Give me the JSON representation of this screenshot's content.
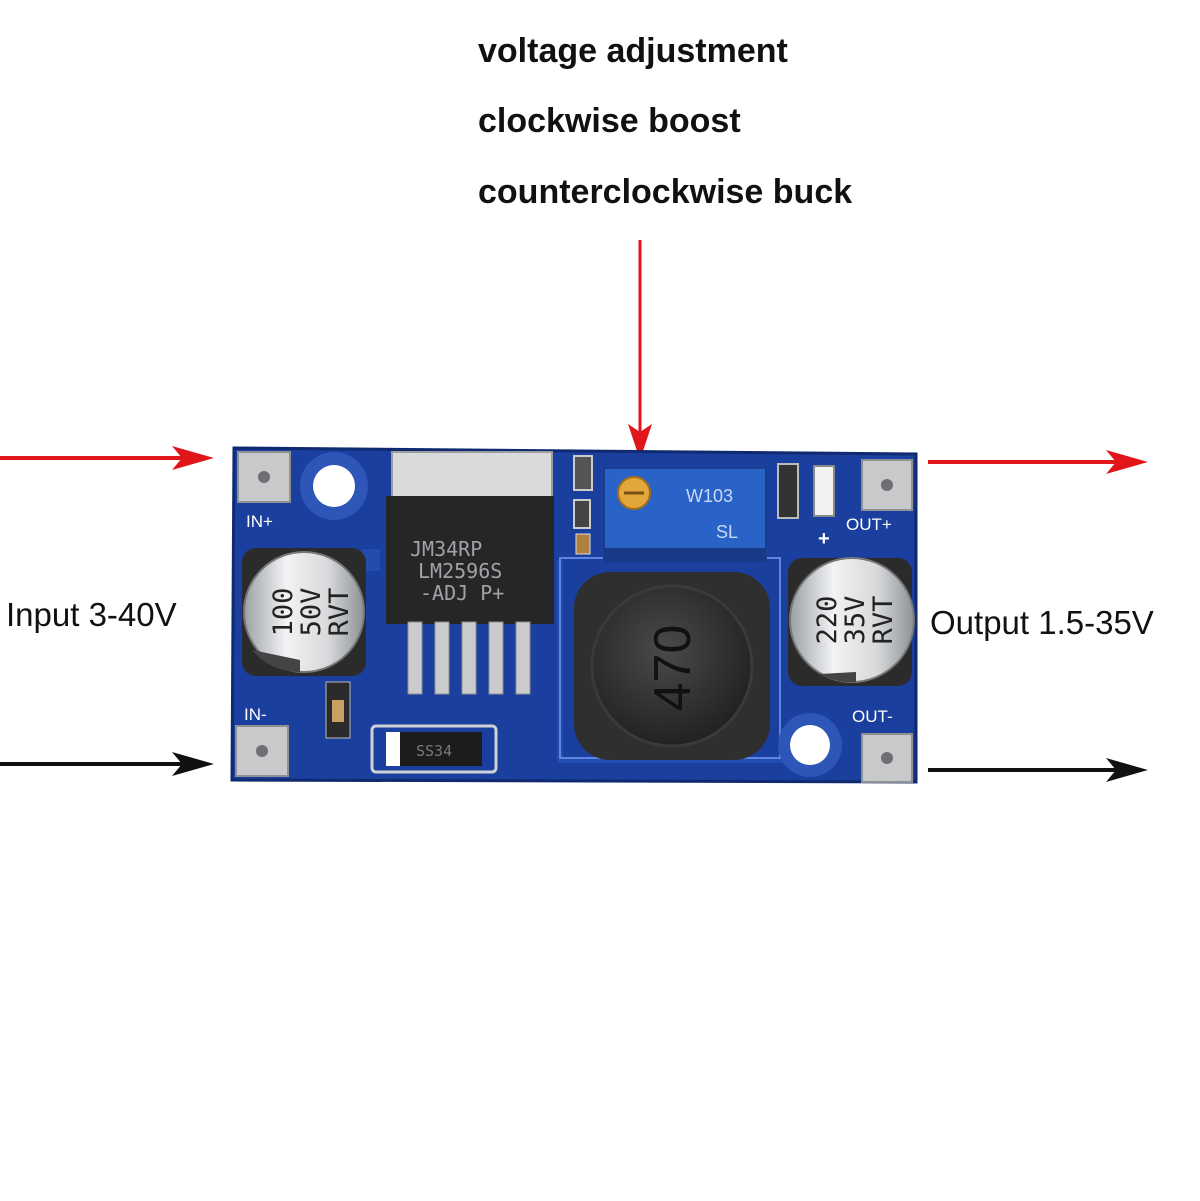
{
  "annotation": {
    "line1": "voltage adjustment",
    "line2": "clockwise  boost",
    "line3": "counterclockwise buck"
  },
  "input_label": "Input 3-40V",
  "output_label": "Output 1.5-35V",
  "pcb": {
    "in_plus": "IN+",
    "in_minus": "IN-",
    "out_plus": "OUT+",
    "out_minus": "OUT-",
    "plus_mark": "+",
    "ic_line1": "JM34RP",
    "ic_line2": "LM2596S",
    "ic_line3": "-ADJ  P+",
    "pot_line1": "W103",
    "pot_line2": "SL",
    "inductor": "470",
    "cap_in": [
      "100",
      "50V",
      "RVT"
    ],
    "cap_out": [
      "220",
      "35V",
      "RVT"
    ],
    "diode": "SS34"
  },
  "colors": {
    "pcb": "#1b3f9e",
    "arrow_red": "#e0161b",
    "arrow_black": "#111111",
    "pot": "#2a63c8"
  }
}
